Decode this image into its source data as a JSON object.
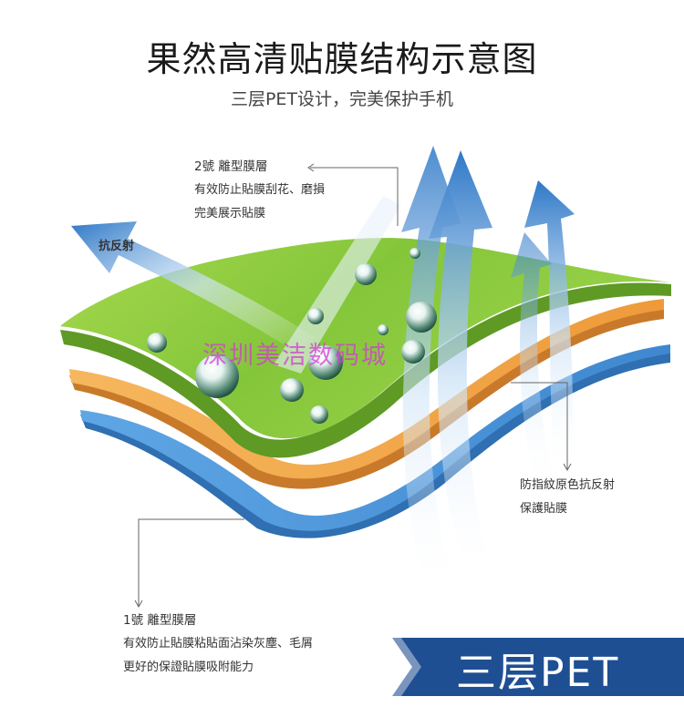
{
  "header": {
    "title": "果然高清贴膜结构示意图",
    "subtitle": "三层PET设计，完美保护手机"
  },
  "labels": {
    "top_layer": {
      "heading": "2號 離型膜層",
      "line1": "有效防止貼膜刮花、磨損",
      "line2": "完美展示貼膜"
    },
    "anti_reflection": "抗反射",
    "middle_layer": {
      "line1": "防指紋原色抗反射",
      "line2": "保護貼膜"
    },
    "bottom_layer": {
      "heading": "1號 離型膜層",
      "line1": "有效防止貼膜粘貼面沾染灰塵、毛屑",
      "line2": "更好的保證貼膜吸附能力"
    }
  },
  "watermark": "深圳美洁数码城",
  "banner": {
    "text": "三层PET"
  },
  "colors": {
    "green_layer": "#8dcc3c",
    "orange_layer": "#f2a84a",
    "blue_layer": "#4f96d8",
    "arrow_blue": "#2e78c7",
    "banner_blue": "#1f4f93"
  }
}
